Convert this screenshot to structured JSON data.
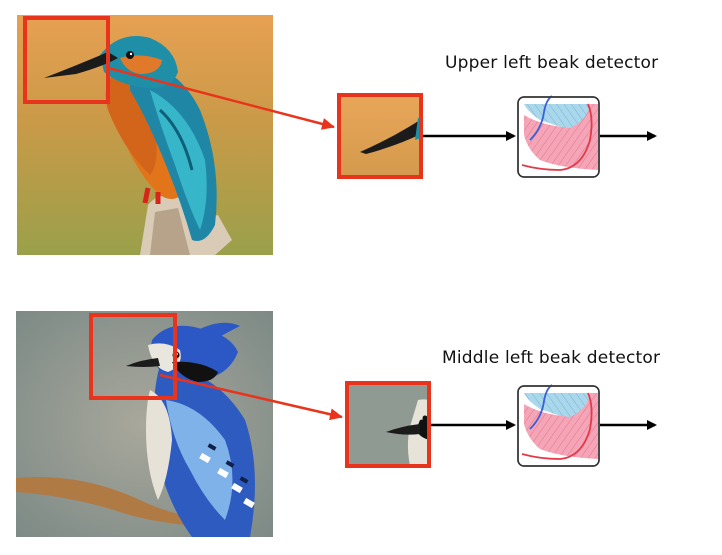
{
  "rows": [
    {
      "photo": "kingfisher-photo",
      "crop": "upper-left-beak-crop",
      "detector_label": "Upper left beak detector",
      "detector_icon": "neuron-detector-icon"
    },
    {
      "photo": "blue-jay-photo",
      "crop": "middle-left-beak-crop",
      "detector_label": "Middle left beak detector",
      "detector_icon": "neuron-detector-icon"
    }
  ],
  "colors": {
    "highlight": "#e8341c",
    "arrow": "#000000",
    "detector_blue": "#3a5fd6",
    "detector_red": "#e23a4a",
    "detector_fill_blue": "#a8d8ea",
    "detector_fill_red": "#f4a6b8"
  }
}
